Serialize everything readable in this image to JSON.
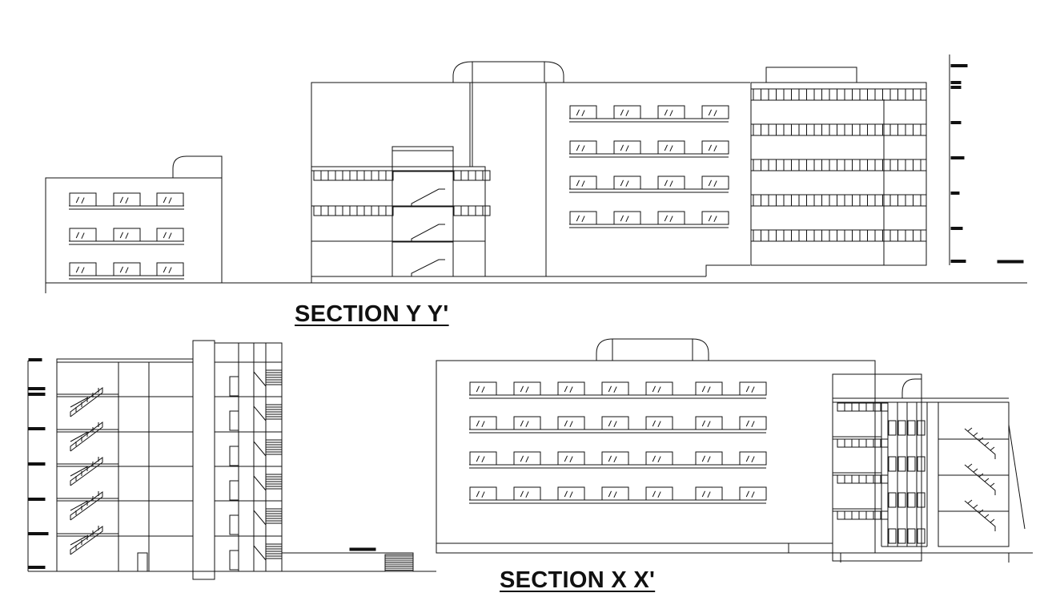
{
  "drawing": {
    "sections": [
      {
        "id": "yy",
        "title": "SECTION Y Y'"
      },
      {
        "id": "xx",
        "title": "SECTION X X'"
      }
    ],
    "colors": {
      "line": "#111111",
      "background": "#ffffff"
    }
  }
}
